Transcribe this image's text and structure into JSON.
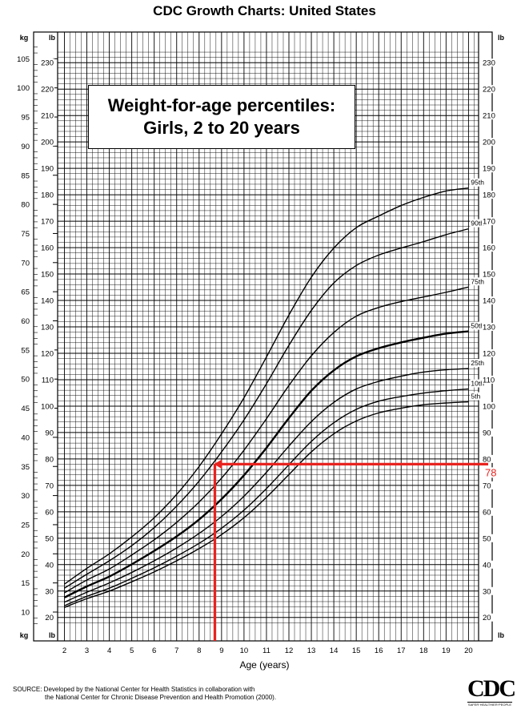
{
  "header": {
    "title": "CDC Growth Charts: United States"
  },
  "chart_box": {
    "line1": "Weight-for-age percentiles:",
    "line2": "Girls, 2 to 20 years"
  },
  "source": {
    "line1": "SOURCE: Developed by the National Center for Health Statistics in collaboration with",
    "line2": "the National Center for Chronic Disease Prevention and Health Promotion (2000)."
  },
  "logo": {
    "text": "CDC",
    "sub": "SAFER·HEALTHIER·PEOPLE"
  },
  "colors": {
    "grid": "#000000",
    "curves": "#000000",
    "annotation": "#e8231f"
  },
  "chart_data": {
    "type": "line",
    "title": "Weight-for-age percentiles: Girls, 2 to 20 years",
    "xlabel": "Age (years)",
    "ylabel_left": "kg",
    "ylabel_right": "lb",
    "xlim": [
      2,
      21
    ],
    "ylim_kg": [
      8,
      107
    ],
    "x_ticks": [
      2,
      3,
      4,
      5,
      6,
      7,
      8,
      9,
      10,
      11,
      12,
      13,
      14,
      15,
      16,
      17,
      18,
      19,
      20
    ],
    "kg_ticks": [
      10,
      15,
      20,
      25,
      30,
      35,
      40,
      45,
      50,
      55,
      60,
      65,
      70,
      75,
      80,
      85,
      90,
      95,
      100,
      105
    ],
    "lb_ticks": [
      20,
      30,
      40,
      50,
      60,
      70,
      80,
      90,
      100,
      110,
      120,
      130,
      140,
      150,
      160,
      170,
      180,
      190,
      200,
      210,
      220,
      230
    ],
    "x": [
      2,
      3,
      4,
      5,
      6,
      7,
      8,
      9,
      10,
      11,
      12,
      13,
      14,
      15,
      16,
      17,
      18,
      19,
      20
    ],
    "series": [
      {
        "name": "95th",
        "values": [
          14.8,
          17.5,
          20.0,
          22.9,
          26.2,
          30.2,
          35.0,
          40.6,
          46.8,
          53.8,
          61.0,
          67.5,
          72.5,
          76.0,
          78.0,
          79.8,
          81.2,
          82.3,
          82.8
        ]
      },
      {
        "name": "90th",
        "values": [
          14.1,
          16.5,
          18.8,
          21.4,
          24.5,
          28.2,
          32.5,
          37.5,
          43.0,
          49.2,
          55.8,
          61.8,
          66.5,
          69.5,
          71.3,
          72.5,
          73.6,
          74.8,
          75.8
        ]
      },
      {
        "name": "75th",
        "values": [
          13.3,
          15.5,
          17.4,
          19.8,
          22.4,
          25.4,
          28.9,
          33.0,
          37.8,
          43.2,
          48.9,
          54.0,
          58.0,
          60.8,
          62.3,
          63.3,
          64.1,
          64.9,
          65.8
        ]
      },
      {
        "name": "50th",
        "values": [
          12.5,
          14.4,
          16.1,
          18.2,
          20.5,
          23.0,
          25.9,
          29.4,
          33.5,
          38.2,
          43.3,
          48.0,
          51.5,
          53.9,
          55.3,
          56.3,
          57.1,
          57.8,
          58.2
        ]
      },
      {
        "name": "25th",
        "values": [
          11.7,
          13.4,
          15.0,
          16.8,
          18.8,
          21.0,
          23.5,
          26.4,
          29.9,
          34.0,
          38.5,
          42.7,
          46.0,
          48.3,
          49.6,
          50.5,
          51.2,
          51.6,
          51.8
        ]
      },
      {
        "name": "10th",
        "values": [
          11.1,
          12.7,
          14.1,
          15.8,
          17.6,
          19.6,
          21.8,
          24.4,
          27.5,
          31.2,
          35.3,
          39.3,
          42.5,
          44.8,
          46.2,
          47.0,
          47.6,
          48.0,
          48.3
        ]
      },
      {
        "name": "5th",
        "values": [
          10.8,
          12.3,
          13.6,
          15.2,
          16.9,
          18.8,
          20.9,
          23.3,
          26.2,
          29.7,
          33.6,
          37.5,
          40.6,
          42.8,
          44.2,
          45.0,
          45.6,
          45.9,
          46.1
        ]
      }
    ],
    "annotation": {
      "age": 8.7,
      "weight_kg": 35.4,
      "label": "78",
      "arrow": "horizontal-to-left"
    },
    "grid": true
  }
}
